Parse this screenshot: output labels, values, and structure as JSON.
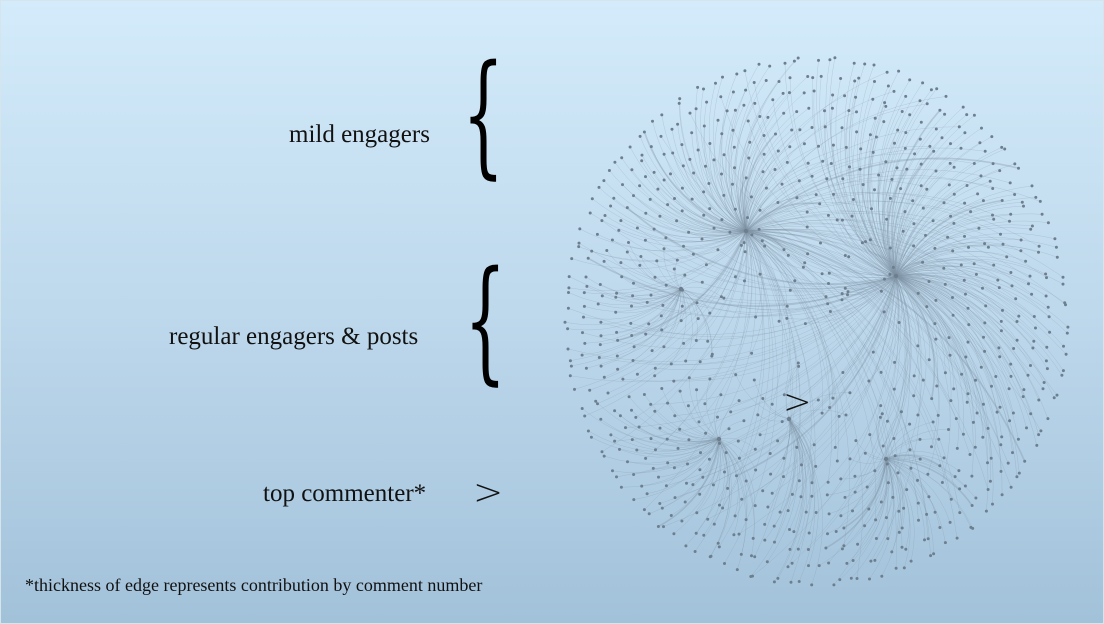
{
  "legend": {
    "mild_label": "mild engagers",
    "regular_label": "regular engagers & posts",
    "top_label": "top commenter*",
    "brace_symbol": "{",
    "top_symbol": ">"
  },
  "footnote": "*thickness of edge represents contribution by comment number",
  "network": {
    "marker_symbol": ">",
    "node_color": "#6d7f8f",
    "edge_color": "#7f93a4"
  }
}
